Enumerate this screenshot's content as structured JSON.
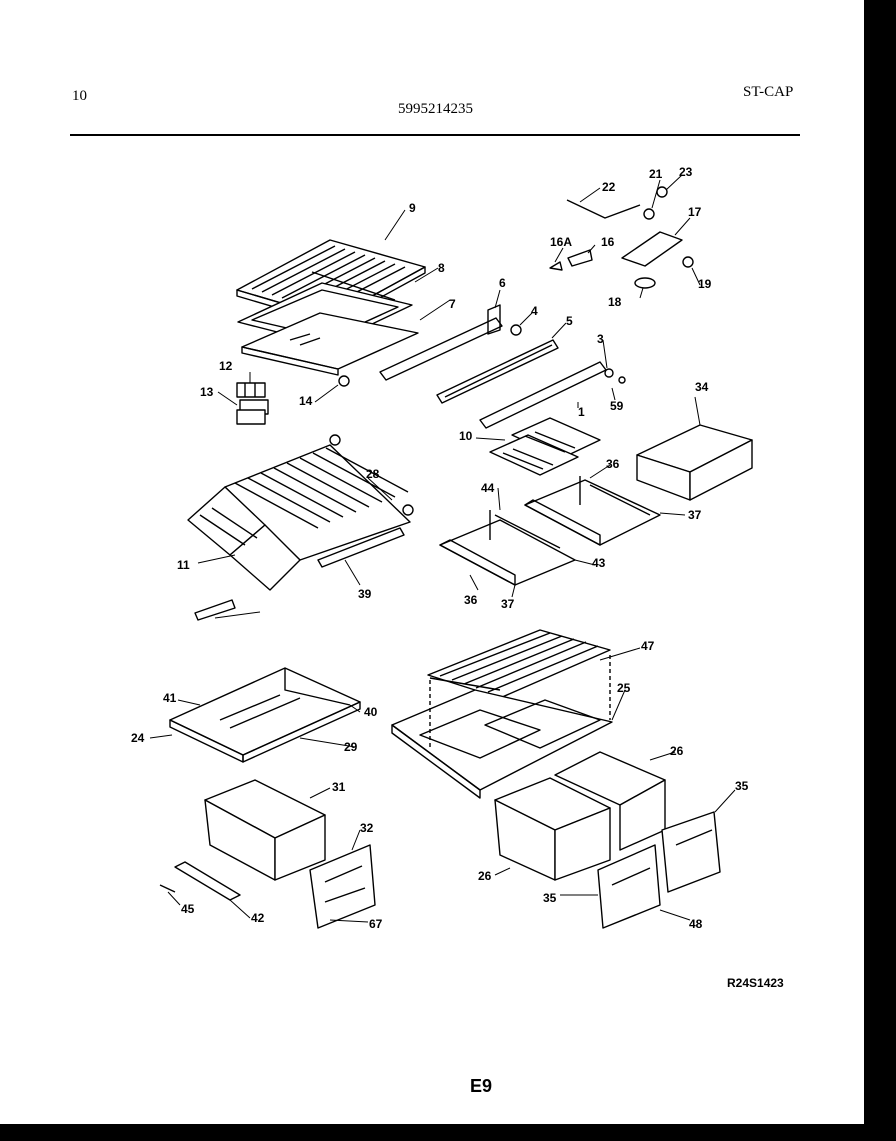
{
  "header": {
    "page_number": "10",
    "model_number": "5995214235",
    "code": "ST-CAP"
  },
  "footer": {
    "drawing_code": "R24S1423",
    "page_label": "E9"
  },
  "callouts": {
    "c1": "1",
    "c3": "3",
    "c4": "4",
    "c5": "5",
    "c6": "6",
    "c7": "7",
    "c8": "8",
    "c9": "9",
    "c10": "10",
    "c11": "11",
    "c12": "12",
    "c13": "13",
    "c14": "14",
    "c16": "16",
    "c16a": "16A",
    "c17": "17",
    "c18": "18",
    "c19": "19",
    "c21": "21",
    "c22": "22",
    "c23": "23",
    "c24": "24",
    "c25": "25",
    "c26a": "26",
    "c26b": "26",
    "c28": "28",
    "c29": "29",
    "c31": "31",
    "c32": "32",
    "c34": "34",
    "c35a": "35",
    "c35b": "35",
    "c36a": "36",
    "c36b": "36",
    "c37a": "37",
    "c37b": "37",
    "c39": "39",
    "c40": "40",
    "c41": "41",
    "c42": "42",
    "c43": "43",
    "c44": "44",
    "c45": "45",
    "c47": "47",
    "c48": "48",
    "c59": "59",
    "c67": "67"
  },
  "colors": {
    "ink": "#000000",
    "paper": "#ffffff",
    "border": "#000000"
  }
}
